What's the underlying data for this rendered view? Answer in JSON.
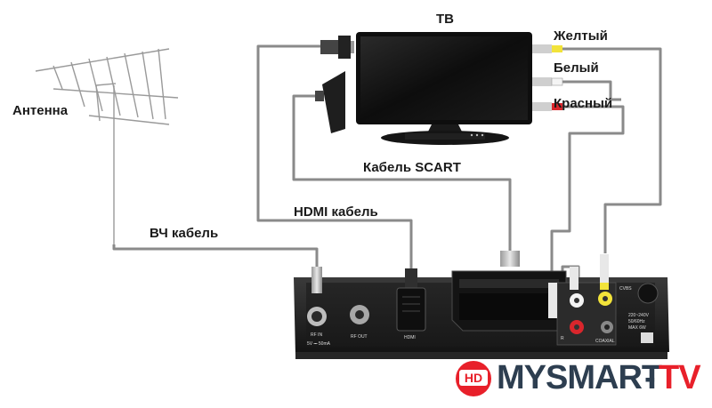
{
  "labels": {
    "tv": "ТВ",
    "antenna": "Антенна",
    "rf_cable": "ВЧ кабель",
    "hdmi_cable": "HDMI кабель",
    "scart_cable": "Кабель SCART",
    "yellow": "Желтый",
    "white": "Белый",
    "red": "Красный"
  },
  "receiver_ports": {
    "rf_in": "RF IN",
    "rf_in_sub": "5V ⎓ 50mA",
    "rf_out": "RF OUT",
    "hdmi": "HDMI",
    "r": "R",
    "cvbs": "CVBS",
    "coaxial": "COAXIAL",
    "power_1": "220~240V",
    "power_2": "50/60Hz",
    "power_3": "MAX 6W"
  },
  "logo": {
    "badge": "HD",
    "name_main": "MYSMART",
    "name_dash": "-",
    "name_tv": "TV",
    "colors": {
      "dark": "#2d3e50",
      "red": "#e8202a"
    }
  },
  "colors": {
    "cable": "#8a8a8a",
    "receiver": "#1f1f1f",
    "tv_screen": "#141414",
    "yellow_plug": "#f2e33a",
    "red_plug": "#d9262c"
  }
}
